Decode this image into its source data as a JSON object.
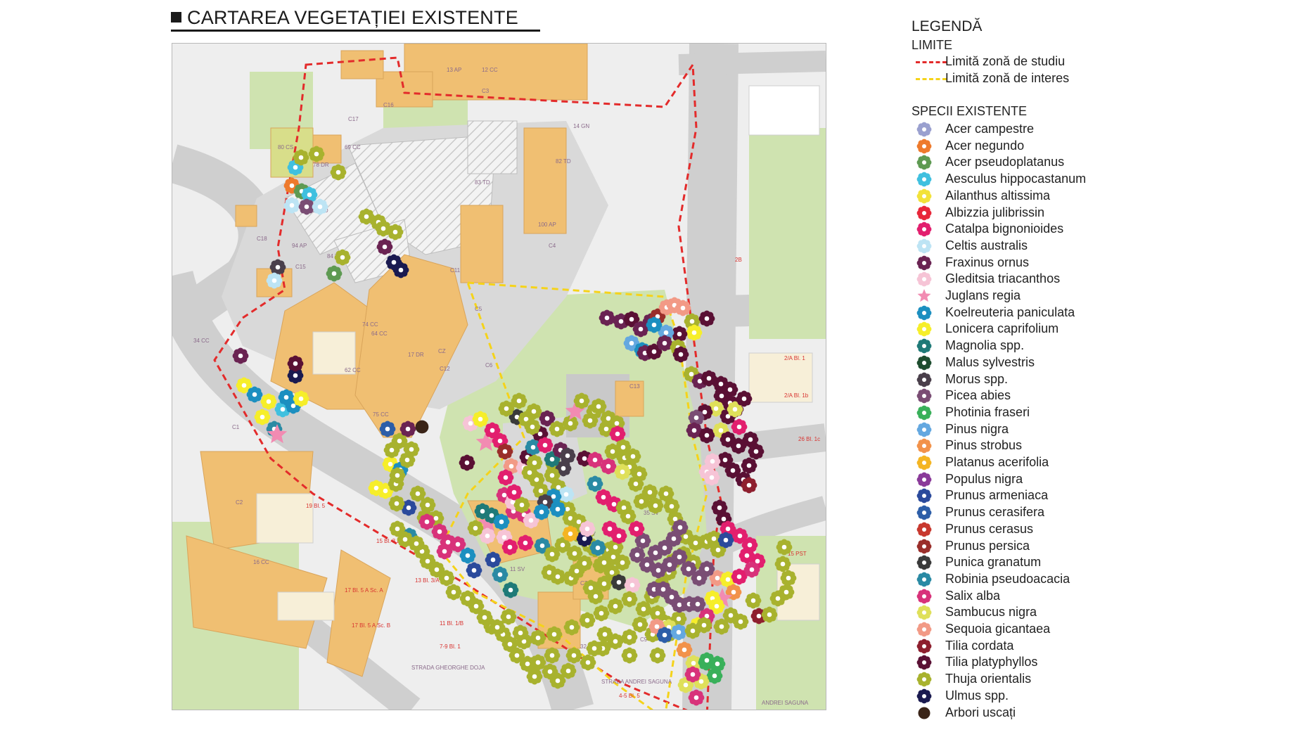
{
  "title": "CARTAREA VEGETAȚIEI EXISTENTE",
  "legend": {
    "heading": "LEGENDĂ",
    "limits_heading": "LIMITE",
    "limits": [
      {
        "label": "Limită zonă de studiu",
        "color": "#e32b2b"
      },
      {
        "label": "Limită zonă de interes",
        "color": "#f5d31a"
      }
    ],
    "species_heading": "SPECII EXISTENTE",
    "species": [
      {
        "label": "Acer campestre",
        "color": "#9aa0cf",
        "icon": "flower-icon"
      },
      {
        "label": "Acer negundo",
        "color": "#ee7a2c",
        "icon": "flower-icon"
      },
      {
        "label": "Acer pseudoplatanus",
        "color": "#5e9a52",
        "icon": "flower-icon"
      },
      {
        "label": "Aesculus hippocastanum",
        "color": "#40c0df",
        "icon": "flower-icon"
      },
      {
        "label": "Ailanthus altissima",
        "color": "#f2e23a",
        "icon": "flower-icon"
      },
      {
        "label": "Albizzia julibrissin",
        "color": "#e8273a",
        "icon": "flower-icon"
      },
      {
        "label": "Catalpa bignonioides",
        "color": "#e21f6e",
        "icon": "flower-icon"
      },
      {
        "label": "Celtis australis",
        "color": "#bde4f4",
        "icon": "flower-icon"
      },
      {
        "label": "Fraxinus ornus",
        "color": "#6a2352",
        "icon": "flower-icon"
      },
      {
        "label": "Gleditsia triacanthos",
        "color": "#f6c4d6",
        "icon": "flower-icon"
      },
      {
        "label": "Juglans regia",
        "color": "#f28bb2",
        "icon": "star-icon"
      },
      {
        "label": "Koelreuteria paniculata",
        "color": "#1c8fc0",
        "icon": "flower-icon"
      },
      {
        "label": "Lonicera caprifolium",
        "color": "#f6ee2a",
        "icon": "flower-icon"
      },
      {
        "label": "Magnolia spp.",
        "color": "#1f7a78",
        "icon": "flower-icon"
      },
      {
        "label": "Malus sylvestris",
        "color": "#1e4d2f",
        "icon": "flower-icon"
      },
      {
        "label": "Morus spp.",
        "color": "#4a3f4b",
        "icon": "flower-icon"
      },
      {
        "label": "Picea abies",
        "color": "#7a4d74",
        "icon": "flower-icon"
      },
      {
        "label": "Photinia fraseri",
        "color": "#39b05a",
        "icon": "flower-icon"
      },
      {
        "label": "Pinus nigra",
        "color": "#64a8e0",
        "icon": "flower-icon"
      },
      {
        "label": "Pinus strobus",
        "color": "#f2924a",
        "icon": "flower-icon"
      },
      {
        "label": "Platanus acerifolia",
        "color": "#f4b523",
        "icon": "flower-icon"
      },
      {
        "label": "Populus nigra",
        "color": "#8a3a99",
        "icon": "flower-icon"
      },
      {
        "label": "Prunus armeniaca",
        "color": "#2b4a9c",
        "icon": "flower-icon"
      },
      {
        "label": "Prunus cerasifera",
        "color": "#2d5ea8",
        "icon": "flower-icon"
      },
      {
        "label": "Prunus cerasus",
        "color": "#c8382e",
        "icon": "flower-icon"
      },
      {
        "label": "Prunus persica",
        "color": "#9a2e2a",
        "icon": "flower-icon"
      },
      {
        "label": "Punica granatum",
        "color": "#3a3a3a",
        "icon": "flower-icon"
      },
      {
        "label": "Robinia pseudoacacia",
        "color": "#2a8aa4",
        "icon": "flower-icon"
      },
      {
        "label": "Salix alba",
        "color": "#d8327a",
        "icon": "flower-icon"
      },
      {
        "label": "Sambucus nigra",
        "color": "#dfe05a",
        "icon": "flower-icon"
      },
      {
        "label": "Sequoia gicantaea",
        "color": "#f29a86",
        "icon": "flower-icon"
      },
      {
        "label": "Tilia cordata",
        "color": "#8e1f2e",
        "icon": "flower-icon"
      },
      {
        "label": "Tilia platyphyllos",
        "color": "#5a1034",
        "icon": "flower-icon"
      },
      {
        "label": "Thuja orientalis",
        "color": "#a8b22e",
        "icon": "flower-icon"
      },
      {
        "label": "Ulmus spp.",
        "color": "#1a1a50",
        "icon": "flower-icon"
      },
      {
        "label": "Arbori uscați",
        "color": "#3a2418",
        "icon": "dot-icon"
      }
    ]
  },
  "map": {
    "labels": [
      "80 CS",
      "78 DR",
      "69 CC",
      "27 TD",
      "94 AP",
      "84 TD",
      "C16",
      "C17",
      "C15",
      "C18",
      "83 TD",
      "82 TD",
      "100 AP",
      "C4",
      "12 CC",
      "C3",
      "14 GN",
      "13 AP",
      "C5",
      "C6",
      "C11",
      "C12",
      "74 CC",
      "64 CC",
      "62 CC",
      "17 DR",
      "CZ",
      "75 CC",
      "C13",
      "C14",
      "C7",
      "C9",
      "35 SV",
      "32 SV",
      "13 SV",
      "11 SV",
      "C1",
      "C2",
      "19 Bl. 5",
      "15 Bl. 3 D",
      "13 Bl. 3/A",
      "17 Bl. 5 A Sc. A",
      "17 Bl. 5 A Sc. B",
      "11 Bl. 1/B",
      "7-9 Bl. 1",
      "4-5 Bl. 5",
      "16 CC",
      "2/A Bl. 1",
      "2/A Bl. 1b",
      "26 Bl. 1c",
      "2B",
      "15 PST",
      "34 CC",
      "STRADA GHEORGHE DOJA",
      "STRADA ANDREI SAGUNA",
      "ANDREI SAGUNA"
    ]
  }
}
